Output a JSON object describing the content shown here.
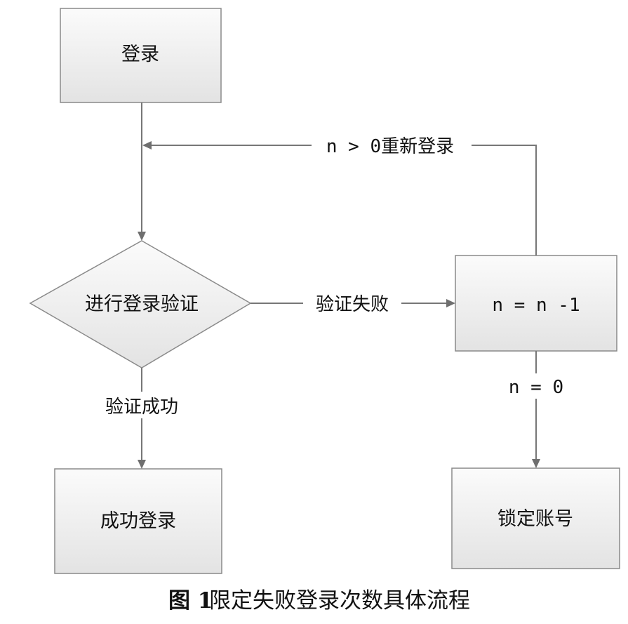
{
  "nodes": {
    "login": "登录",
    "verify": "进行登录验证",
    "decrement": "n = n -1",
    "success": "成功登录",
    "lock": "锁定账号"
  },
  "edges": {
    "retry": "n > 0重新登录",
    "fail": "验证失败",
    "success": "验证成功",
    "zero": "n = 0"
  },
  "caption": {
    "number": "图 1",
    "text": "限定失败登录次数具体流程"
  }
}
